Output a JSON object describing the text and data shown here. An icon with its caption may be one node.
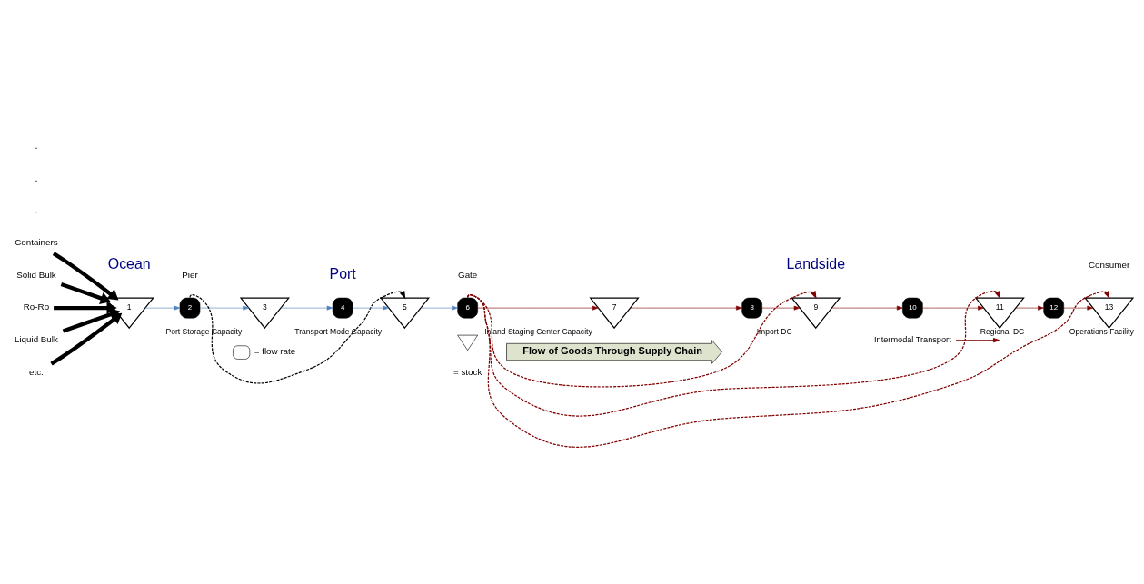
{
  "diagram": {
    "nodes": [
      {
        "text": [
          "Containers"
        ]
      },
      {
        "text": [
          "Solid Bulk"
        ]
      },
      {
        "text": [
          "Ro-Ro"
        ]
      },
      {
        "text": [
          "Liquid Bulk"
        ]
      },
      {
        "text": [
          "etc."
        ]
      },
      {
        "text": [
          "1"
        ]
      },
      {
        "text": [
          "2"
        ]
      },
      {
        "text": [
          "3"
        ],
        "beside": [
          "Port Storage Capacity"
        ]
      },
      {
        "text": [
          "4"
        ]
      },
      {
        "text": [
          "5"
        ],
        "beside": [
          "Transport Mode Capacity"
        ]
      },
      {
        "text": [
          "6"
        ]
      },
      {
        "text": [
          "7"
        ],
        "beside": [
          "Inland Staging Center Capacity"
        ]
      },
      {
        "text": [
          "8"
        ]
      },
      {
        "text": [
          "9"
        ],
        "beside": [
          "Import DC"
        ]
      },
      {
        "text": [
          "10"
        ]
      },
      {
        "text": [
          "11"
        ],
        "beside": [
          "Regional DC"
        ]
      },
      {
        "text": [
          "12"
        ]
      },
      {
        "text": [
          "13"
        ],
        "beside": [
          "Operations Facility"
        ]
      }
    ],
    "edges": [
      {
        "from": 0,
        "to": 5,
        "arrow": "to",
        "style": "thick",
        "color": "#000000"
      },
      {
        "from": 1,
        "to": 5,
        "arrow": "to",
        "style": "thick",
        "color": "#000000"
      },
      {
        "from": 2,
        "to": 5,
        "arrow": "to",
        "style": "thick",
        "color": "#000000"
      },
      {
        "from": 3,
        "to": 5,
        "arrow": "to",
        "style": "thick",
        "color": "#000000"
      },
      {
        "from": 4,
        "to": 5,
        "arrow": "to",
        "style": "thick",
        "color": "#000000"
      },
      {
        "from": 5,
        "to": 6,
        "arrow": "to",
        "color": "#4f81bd"
      },
      {
        "from": 6,
        "to": 7,
        "arrow": "to",
        "color": "#4f81bd"
      },
      {
        "from": 7,
        "to": 8,
        "arrow": "to",
        "color": "#4f81bd"
      },
      {
        "from": 8,
        "to": 9,
        "arrow": "to",
        "color": "#4f81bd"
      },
      {
        "from": 9,
        "to": 10,
        "arrow": "to",
        "color": "#4f81bd"
      },
      {
        "from": 10,
        "to": 11,
        "arrow": "to",
        "color": "#800000"
      },
      {
        "from": 11,
        "to": 12,
        "arrow": "to",
        "color": "#800000"
      },
      {
        "from": 12,
        "to": 13,
        "arrow": "to",
        "color": "#800000"
      },
      {
        "from": 13,
        "to": 14,
        "arrow": "to",
        "color": "#800000"
      },
      {
        "from": 14,
        "to": 15,
        "arrow": "to",
        "color": "#800000"
      },
      {
        "from": 15,
        "to": 16,
        "arrow": "to",
        "color": "#800000"
      },
      {
        "from": 16,
        "to": 17,
        "arrow": "to",
        "color": "#800000"
      },
      {
        "from": 6,
        "to": 9,
        "arrow": "to",
        "style": "dashed",
        "color": "#000000"
      },
      {
        "from": 10,
        "to": 13,
        "arrow": "to",
        "style": "dashed",
        "color": "#800000"
      },
      {
        "from": 10,
        "to": 15,
        "arrow": "to",
        "style": "dashed",
        "color": "#800000"
      },
      {
        "from": 10,
        "to": 17,
        "arrow": "to",
        "style": "dashed",
        "color": "#800000"
      }
    ],
    "labels": [
      "Ocean",
      "Port",
      "Landside",
      "Pier",
      "Gate",
      "Consumer",
      ".",
      ".",
      ".",
      "Flow of Goods Through Supply Chain"
    ],
    "legend": [
      {
        "text": "= flow rate"
      },
      {
        "text": "= stock"
      },
      {
        "text": "Intermodal Transport"
      }
    ]
  }
}
